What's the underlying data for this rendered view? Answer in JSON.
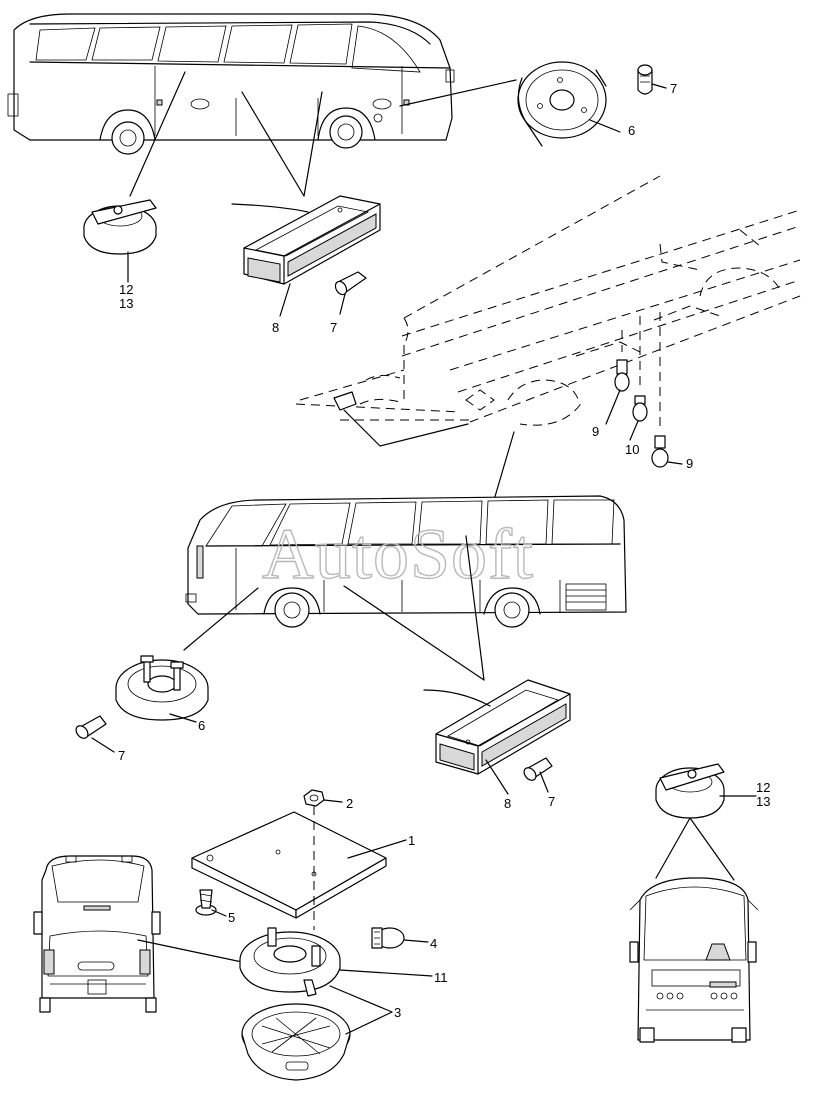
{
  "watermark": "AutoSoft",
  "callouts": {
    "c1": "1",
    "c2": "2",
    "c3": "3",
    "c4": "4",
    "c5": "5",
    "c6_top": "6",
    "c6_mid": "6",
    "c7_top_right": "7",
    "c7_top_mid": "7",
    "c7_mid_left": "7",
    "c7_mid_right": "7",
    "c8_top": "8",
    "c8_mid": "8",
    "c9_a": "9",
    "c9_b": "9",
    "c10": "10",
    "c11": "11",
    "c12_left": "12",
    "c13_left": "13",
    "c12_right": "12",
    "c13_right": "13"
  }
}
